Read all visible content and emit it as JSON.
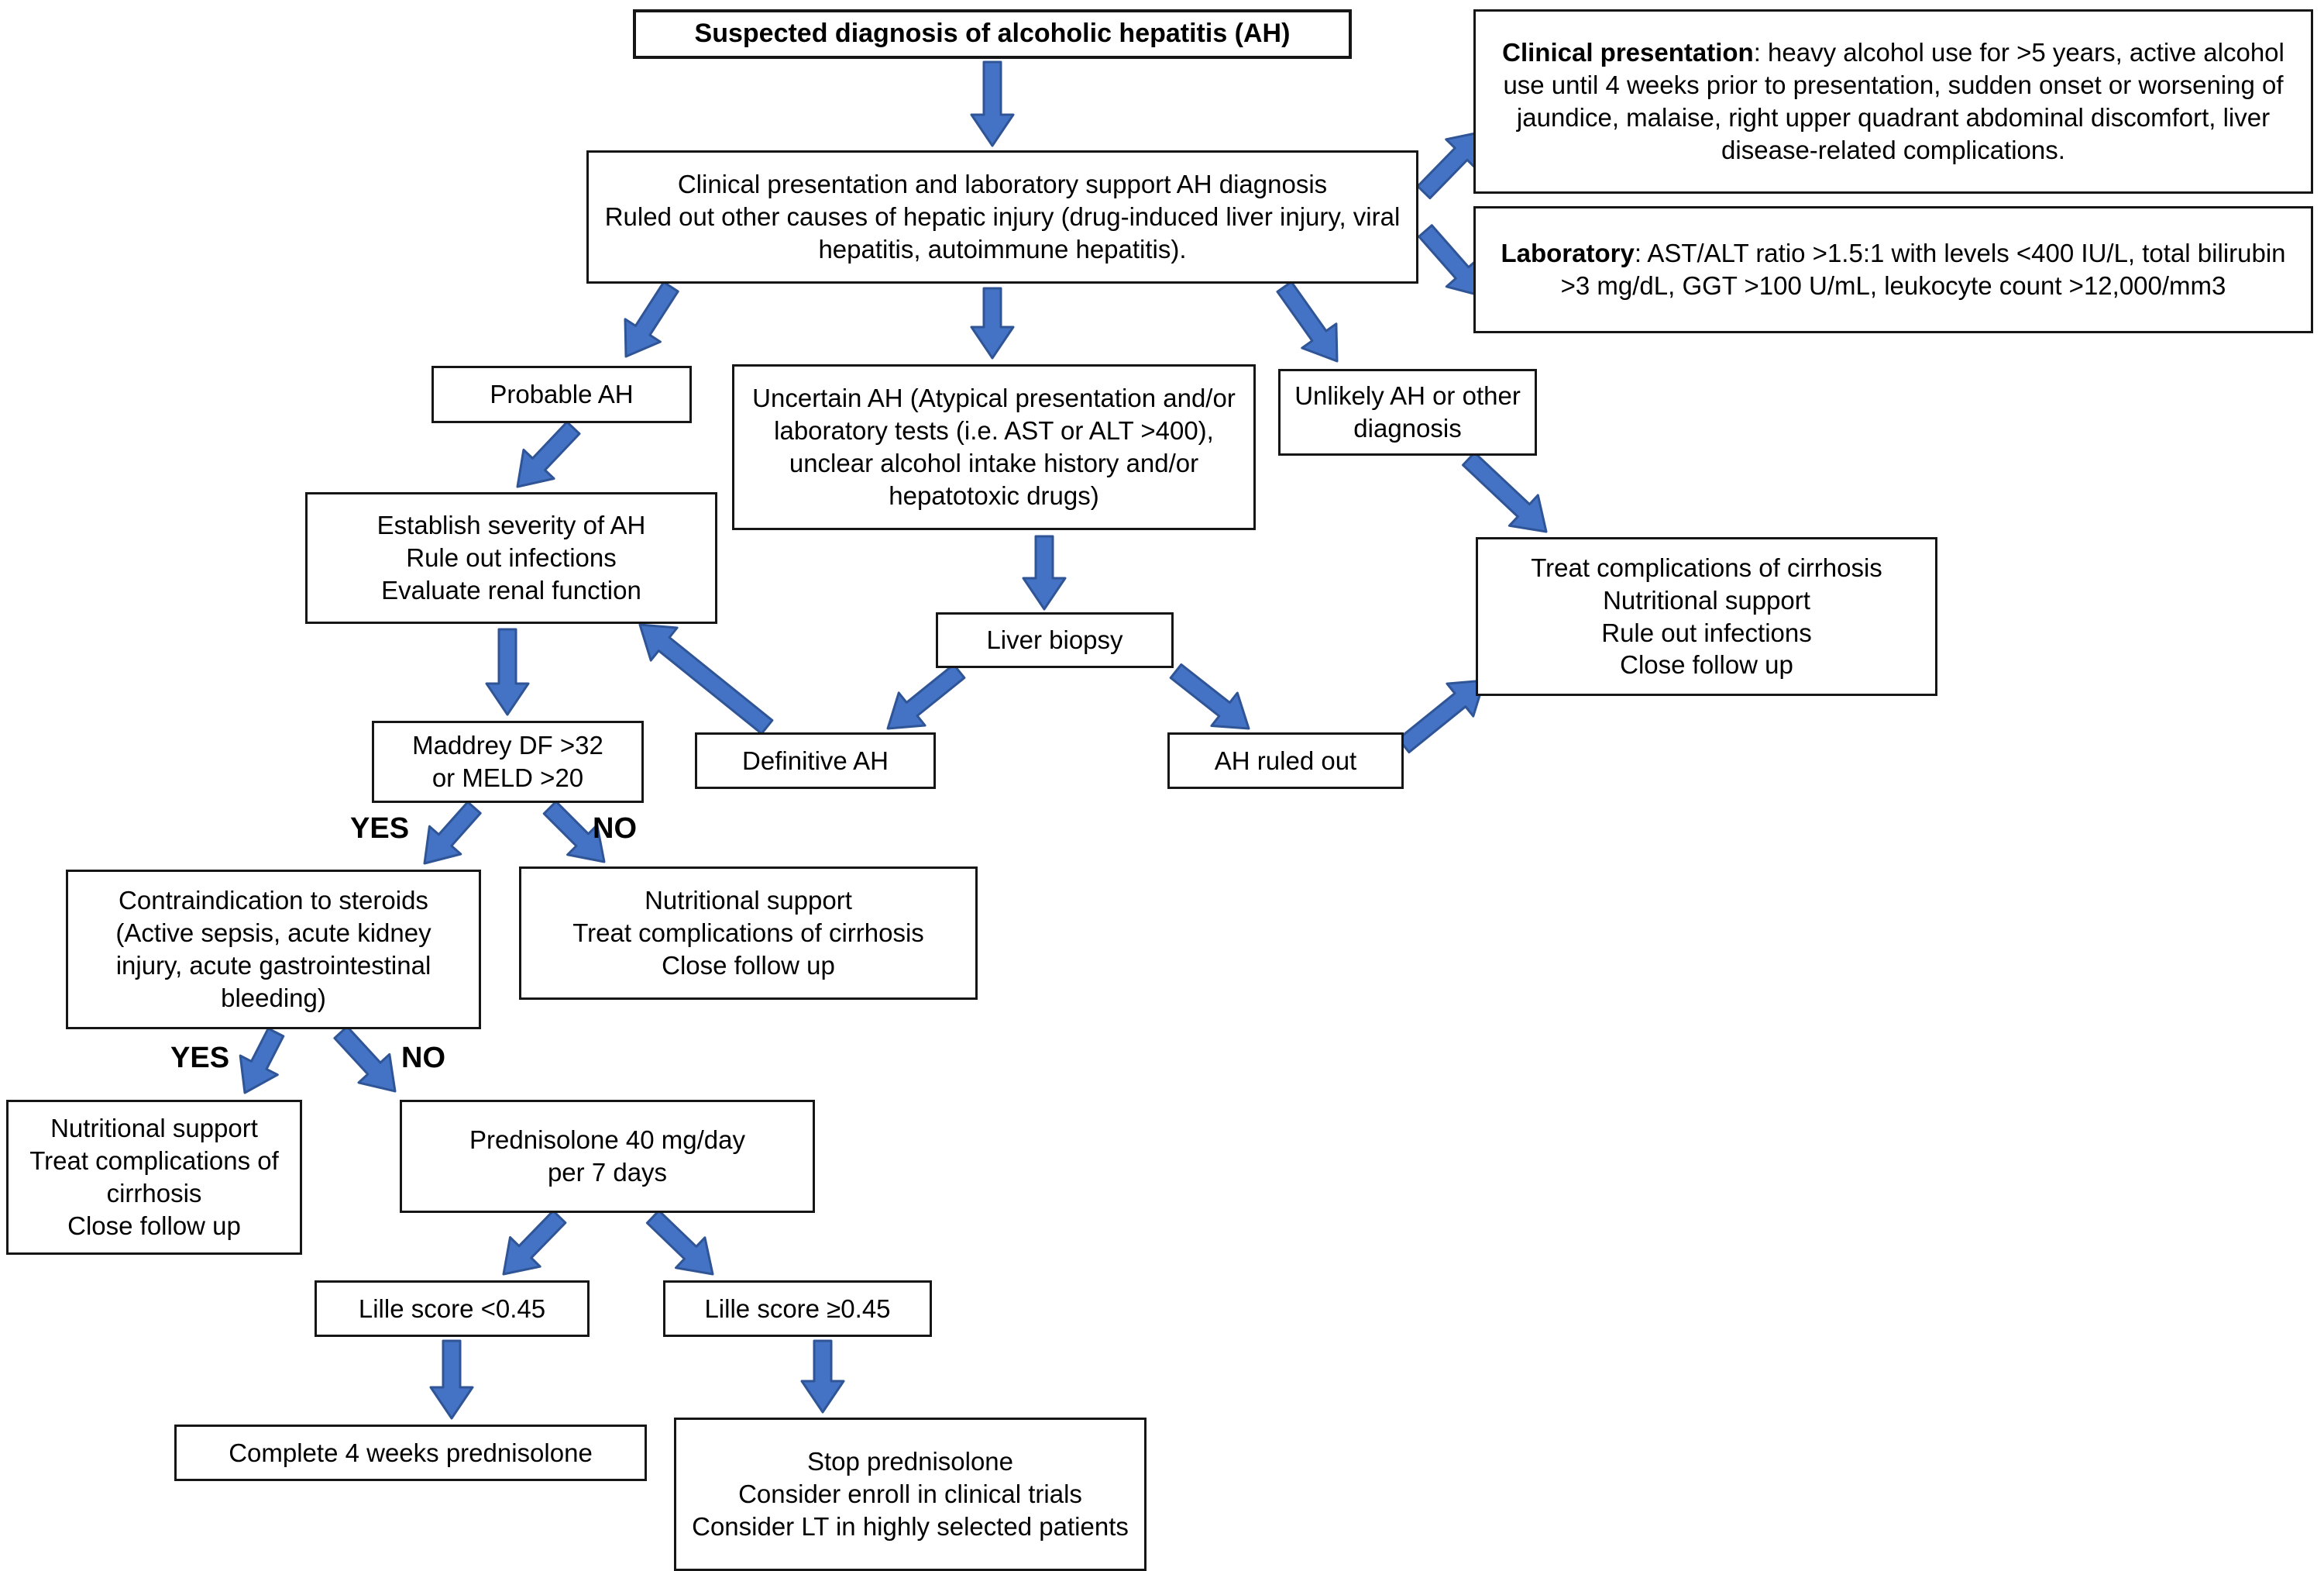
{
  "nodes": {
    "suspected": {
      "text": "Suspected diagnosis of alcoholic hepatitis (AH)"
    },
    "clinlab": {
      "text": "Clinical presentation and laboratory support AH diagnosis\nRuled out other causes of hepatic injury (drug-induced liver injury, viral hepatitis, autoimmune hepatitis)."
    },
    "clinical": {
      "lead": "Clinical presentation",
      "rest": ": heavy alcohol use for >5 years, active alcohol use until 4 weeks prior to presentation, sudden onset or worsening of jaundice, malaise, right upper quadrant abdominal discomfort, liver disease-related complications."
    },
    "laboratory": {
      "lead": "Laboratory",
      "rest": ": AST/ALT ratio >1.5:1 with levels <400 IU/L, total bilirubin >3 mg/dL, GGT >100 U/mL, leukocyte count >12,000/mm3"
    },
    "probable": {
      "text": "Probable AH"
    },
    "uncertain": {
      "text": "Uncertain AH (Atypical presentation and/or laboratory tests (i.e. AST or ALT >400), unclear alcohol intake history and/or hepatotoxic drugs)"
    },
    "unlikely": {
      "text": "Unlikely AH or other diagnosis"
    },
    "establish": {
      "text": "Establish severity of AH\nRule out infections\nEvaluate renal function"
    },
    "biopsy": {
      "text": "Liver biopsy"
    },
    "treatright": {
      "text": "Treat complications of cirrhosis\nNutritional support\nRule out infections\nClose follow up"
    },
    "maddrey": {
      "text": "Maddrey DF >32\nor MELD >20"
    },
    "definitive": {
      "text": "Definitive AH"
    },
    "ruledout": {
      "text": "AH ruled out"
    },
    "contra": {
      "text": "Contraindication to steroids\n(Active sepsis, acute kidney injury, acute gastrointestinal bleeding)"
    },
    "nutrno": {
      "text": "Nutritional support\nTreat complications of cirrhosis\nClose follow up"
    },
    "nutryes": {
      "text": "Nutritional support\nTreat complications of cirrhosis\nClose follow up"
    },
    "predni": {
      "text": "Prednisolone 40 mg/day\nper 7 days"
    },
    "lillelt": {
      "text": "Lille score <0.45"
    },
    "lillege": {
      "text": "Lille score ≥0.45"
    },
    "complete": {
      "text": "Complete 4 weeks prednisolone"
    },
    "stop": {
      "text": "Stop prednisolone\nConsider enroll in clinical trials\nConsider LT in highly selected patients"
    }
  },
  "connections": [
    {
      "from": "suspected",
      "to": "clinlab",
      "label": ""
    },
    {
      "from": "clinlab",
      "to": "clinical",
      "label": ""
    },
    {
      "from": "clinlab",
      "to": "laboratory",
      "label": ""
    },
    {
      "from": "clinlab",
      "to": "probable",
      "label": ""
    },
    {
      "from": "clinlab",
      "to": "uncertain",
      "label": ""
    },
    {
      "from": "clinlab",
      "to": "unlikely",
      "label": ""
    },
    {
      "from": "probable",
      "to": "establish",
      "label": ""
    },
    {
      "from": "uncertain",
      "to": "biopsy",
      "label": ""
    },
    {
      "from": "unlikely",
      "to": "treatright",
      "label": ""
    },
    {
      "from": "biopsy",
      "to": "definitive",
      "label": ""
    },
    {
      "from": "biopsy",
      "to": "ruledout",
      "label": ""
    },
    {
      "from": "definitive",
      "to": "establish",
      "label": ""
    },
    {
      "from": "establish",
      "to": "maddrey",
      "label": ""
    },
    {
      "from": "ruledout",
      "to": "treatright",
      "label": ""
    },
    {
      "from": "maddrey",
      "to": "contra",
      "label": "YES"
    },
    {
      "from": "maddrey",
      "to": "nutrno",
      "label": "NO"
    },
    {
      "from": "contra",
      "to": "nutryes",
      "label": "YES"
    },
    {
      "from": "contra",
      "to": "predni",
      "label": "NO"
    },
    {
      "from": "predni",
      "to": "lillelt",
      "label": ""
    },
    {
      "from": "predni",
      "to": "lillege",
      "label": ""
    },
    {
      "from": "lillelt",
      "to": "complete",
      "label": ""
    },
    {
      "from": "lillege",
      "to": "stop",
      "label": ""
    }
  ],
  "colors": {
    "arrow_fill": "#4472C4",
    "arrow_stroke": "#2F5597",
    "box_border": "#161616",
    "background": "#FFFFFF",
    "text": "#000000"
  }
}
